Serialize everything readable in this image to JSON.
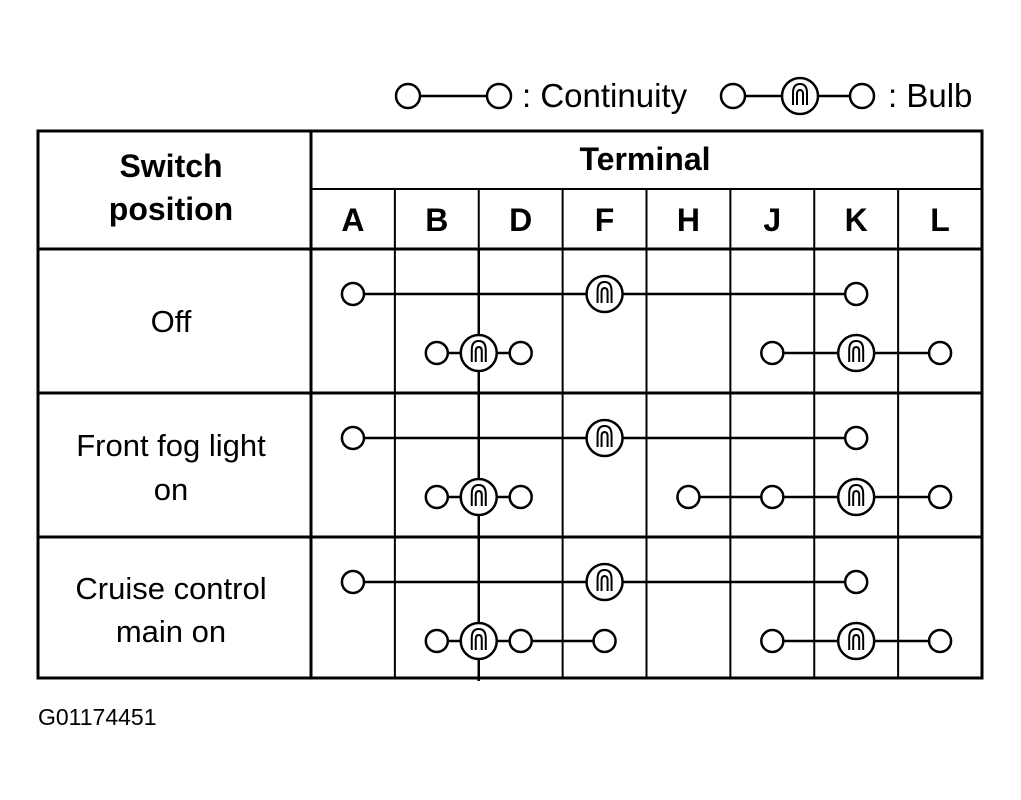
{
  "legend": {
    "continuity_label": ": Continuity",
    "bulb_label": ": Bulb"
  },
  "table": {
    "corner_header": [
      "Switch",
      "position"
    ],
    "terminal_header": "Terminal",
    "terminals": [
      "A",
      "B",
      "D",
      "F",
      "H",
      "J",
      "K",
      "L"
    ],
    "rows": [
      {
        "label": [
          "Off"
        ],
        "circuits": [
          {
            "terminals": [
              "A",
              "F",
              "K"
            ],
            "bulb_at": "F",
            "tier": "top"
          },
          {
            "terminals": [
              "B",
              "D"
            ],
            "bulb_between": [
              "B",
              "D"
            ],
            "tier": "bottom"
          },
          {
            "terminals": [
              "J",
              "K",
              "L"
            ],
            "bulb_at": "K",
            "tier": "bottom"
          }
        ]
      },
      {
        "label": [
          "Front fog light",
          "on"
        ],
        "circuits": [
          {
            "terminals": [
              "A",
              "F",
              "K"
            ],
            "bulb_at": "F",
            "tier": "top"
          },
          {
            "terminals": [
              "B",
              "D"
            ],
            "bulb_between": [
              "B",
              "D"
            ],
            "tier": "bottom"
          },
          {
            "terminals": [
              "H",
              "J",
              "K",
              "L"
            ],
            "bulb_at": "K",
            "tier": "bottom"
          }
        ]
      },
      {
        "label": [
          "Cruise control",
          "main on"
        ],
        "circuits": [
          {
            "terminals": [
              "A",
              "F",
              "K"
            ],
            "bulb_at": "F",
            "tier": "top"
          },
          {
            "terminals": [
              "B",
              "D",
              "F"
            ],
            "bulb_between": [
              "B",
              "D"
            ],
            "tier": "bottom"
          },
          {
            "terminals": [
              "J",
              "K",
              "L"
            ],
            "bulb_at": "K",
            "tier": "bottom"
          }
        ]
      }
    ]
  },
  "figure_code": "G01174451"
}
